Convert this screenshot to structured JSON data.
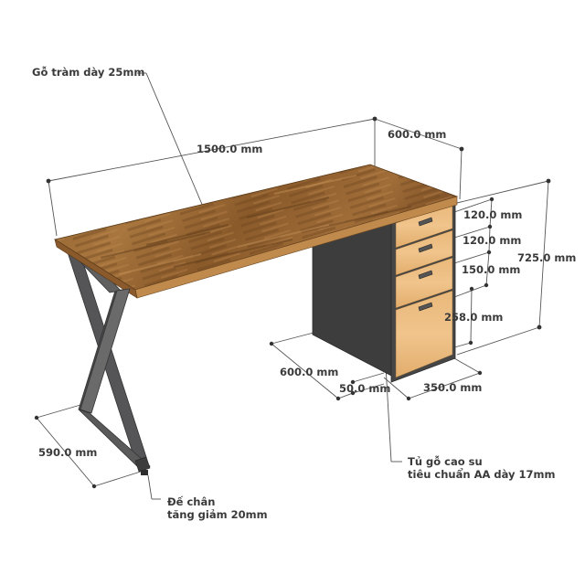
{
  "diagram": {
    "subject": "Desk with X-shaped metal leg and 4-drawer cabinet",
    "colors": {
      "background": "#ffffff",
      "wood_top": "#9a6a35",
      "wood_top_dark": "#6e4520",
      "wood_edge": "#b9834a",
      "metal_frame": "#4a4a4a",
      "metal_light": "#6a6a6a",
      "cabinet_body": "#3f3f40",
      "drawer_wood": "#e8b97a",
      "dimension_line": "#444444",
      "label_text": "#3a3a3a"
    },
    "annotations": {
      "top_material": "Gỗ tràm dày 25mm",
      "cabinet_material_line1": "Tủ gỗ cao su",
      "cabinet_material_line2": "tiêu chuẩn AA dày 17mm",
      "foot_line1": "Đế chân",
      "foot_line2": "tăng giảm 20mm"
    },
    "dimensions": {
      "length": "1500.0 mm",
      "depth": "600.0 mm",
      "height": "725.0 mm",
      "drawer_1": "120.0 mm",
      "drawer_2": "120.0 mm",
      "drawer_3": "150.0 mm",
      "drawer_4": "258.0 mm",
      "cabinet_depth": "600.0 mm",
      "cabinet_gap": "50.0 mm",
      "cabinet_width": "350.0 mm",
      "leg_depth": "590.0 mm"
    }
  }
}
